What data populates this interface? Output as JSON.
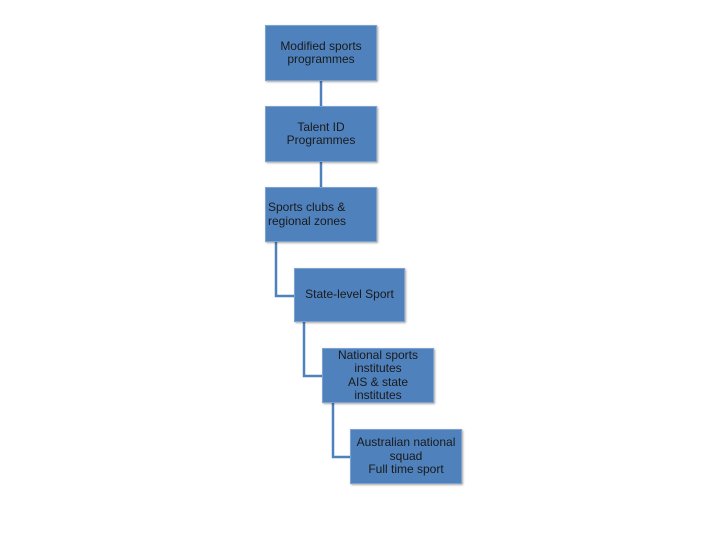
{
  "diagram": {
    "nodes": [
      {
        "id": "modified-sports",
        "text": "Modified sports\nprogrammes"
      },
      {
        "id": "talent-id",
        "text": "Talent ID\nProgrammes"
      },
      {
        "id": "sports-clubs",
        "text": "Sports clubs &\nregional zones"
      },
      {
        "id": "state-level",
        "text": "State-level Sport"
      },
      {
        "id": "national-institutes",
        "text": "National sports\ninstitutes\nAIS & state institutes"
      },
      {
        "id": "national-squad",
        "text": "Australian national\nsquad\nFull time sport"
      }
    ],
    "edges": [
      {
        "from": "modified-sports",
        "to": "talent-id"
      },
      {
        "from": "talent-id",
        "to": "sports-clubs"
      },
      {
        "from": "sports-clubs",
        "to": "state-level"
      },
      {
        "from": "state-level",
        "to": "national-institutes"
      },
      {
        "from": "national-institutes",
        "to": "national-squad"
      }
    ],
    "colors": {
      "box_fill": "#4f81bd",
      "connector": "#4f81bd",
      "text": "#1a1a1a"
    }
  }
}
